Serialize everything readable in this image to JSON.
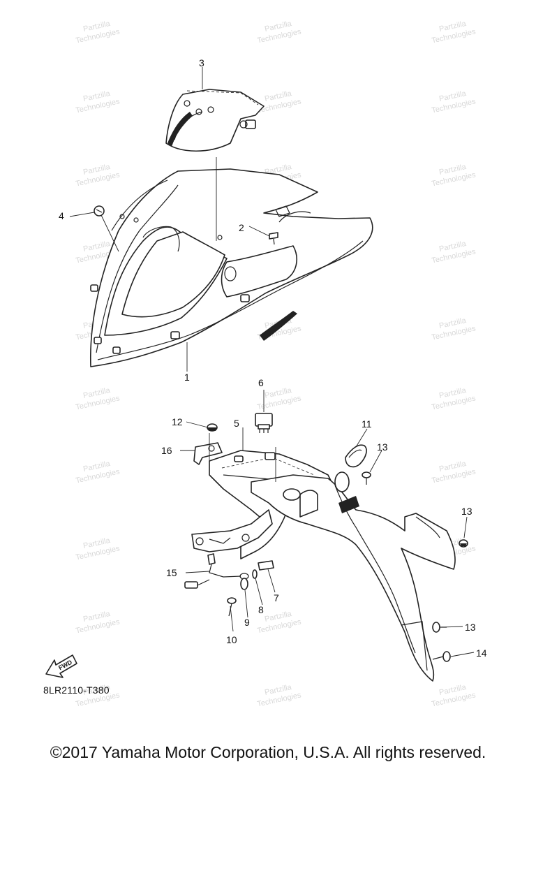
{
  "watermark": {
    "line1": "Partzilla",
    "line2": "Technologies"
  },
  "callouts": {
    "c1": "1",
    "c2": "2",
    "c3": "3",
    "c4": "4",
    "c5": "5",
    "c6": "6",
    "c7": "7",
    "c8": "8",
    "c9": "9",
    "c10": "10",
    "c11": "11",
    "c12": "12",
    "c13a": "13",
    "c13b": "13",
    "c13c": "13",
    "c14": "14",
    "c15": "15",
    "c16": "16"
  },
  "fwd_label": "FWD",
  "diagram_code": "8LR2110-T380",
  "copyright": "©2017 Yamaha Motor Corporation, U.S.A. All rights reserved."
}
